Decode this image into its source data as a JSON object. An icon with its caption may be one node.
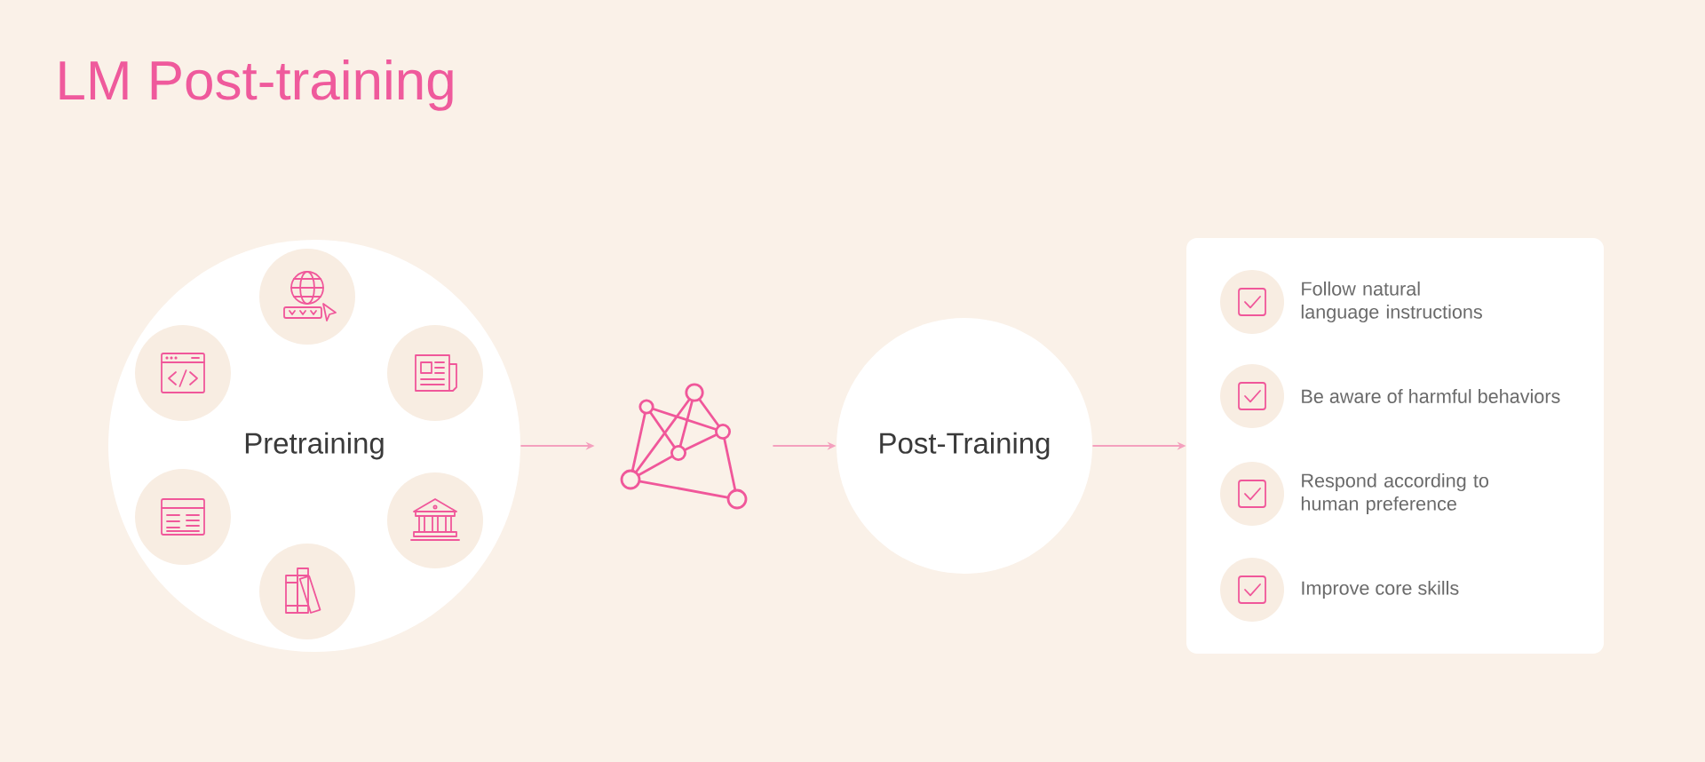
{
  "diagram": {
    "title": "LM Post-training",
    "nodes": [
      {
        "text": [
          "Pretraining"
        ]
      },
      {
        "text": [],
        "shape": "picture"
      },
      {
        "text": [
          "Post-Training"
        ]
      },
      {
        "text": [
          "Follow natural language instructions",
          "Be aware of harmful behaviors",
          "Respond according to human preference",
          "Improve core skills"
        ]
      }
    ],
    "edges": [
      {
        "from": 0,
        "to": 1,
        "arrow": "to"
      },
      {
        "from": 1,
        "to": 2,
        "arrow": "to"
      },
      {
        "from": 2,
        "to": 3,
        "arrow": "to"
      }
    ]
  }
}
